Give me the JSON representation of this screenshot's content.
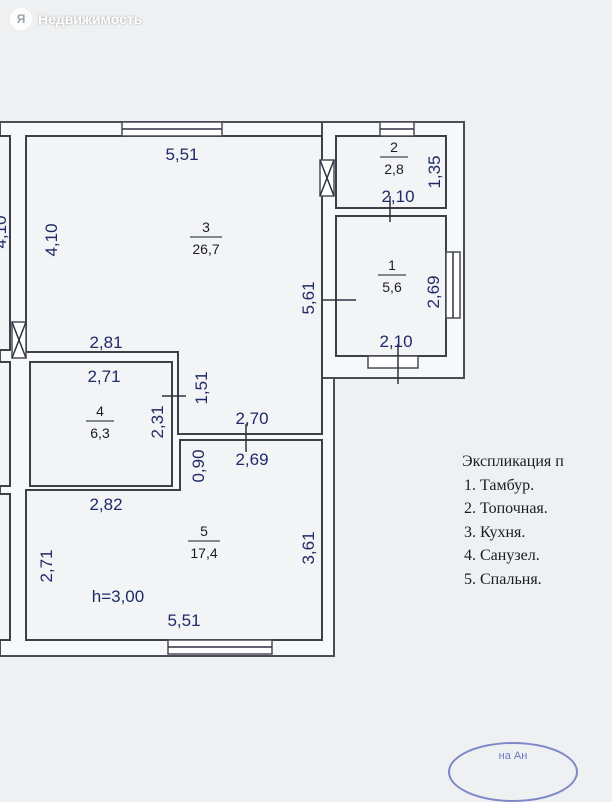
{
  "app": {
    "brand_name": "Недвижимость",
    "logo_glyph": "Я"
  },
  "plan": {
    "rooms": [
      {
        "number": "1",
        "area": "5,6"
      },
      {
        "number": "2",
        "area": "2,8"
      },
      {
        "number": "3",
        "area": "26,7"
      },
      {
        "number": "4",
        "area": "6,3"
      },
      {
        "number": "5",
        "area": "17,4"
      }
    ],
    "dimensions": {
      "kitchen_top": "5,51",
      "kitchen_left": "4,10",
      "kitchen_right": "5,61",
      "kitchen_bottom_left": "2,81",
      "kitchen_bottom_right": "2,70",
      "boiler_right": "1,35",
      "boiler_bottom": "2,10",
      "vestibule_right": "2,69",
      "vestibule_bottom": "2,10",
      "bath_top": "2,71",
      "bath_left": "2,31",
      "bath_right": "1,51",
      "corridor_left": "0,90",
      "bedroom_top_right": "2,69",
      "bedroom_top_left": "2,82",
      "bedroom_left": "2,71",
      "bedroom_right": "3,61",
      "bedroom_bottom": "5,51",
      "height_note": "h=3,00",
      "left_edge_partial": "4,10"
    }
  },
  "legend": {
    "title": "Экспликация п",
    "items": [
      "1. Тамбур.",
      "2. Топочная.",
      "3. Кухня.",
      "4. Санузел.",
      "5. Спальня."
    ]
  },
  "stamp": {
    "text": "на Ан"
  },
  "colors": {
    "ink_blue": "#1f2a66",
    "wall": "#4a4d55",
    "paper": "#eef0f2"
  }
}
